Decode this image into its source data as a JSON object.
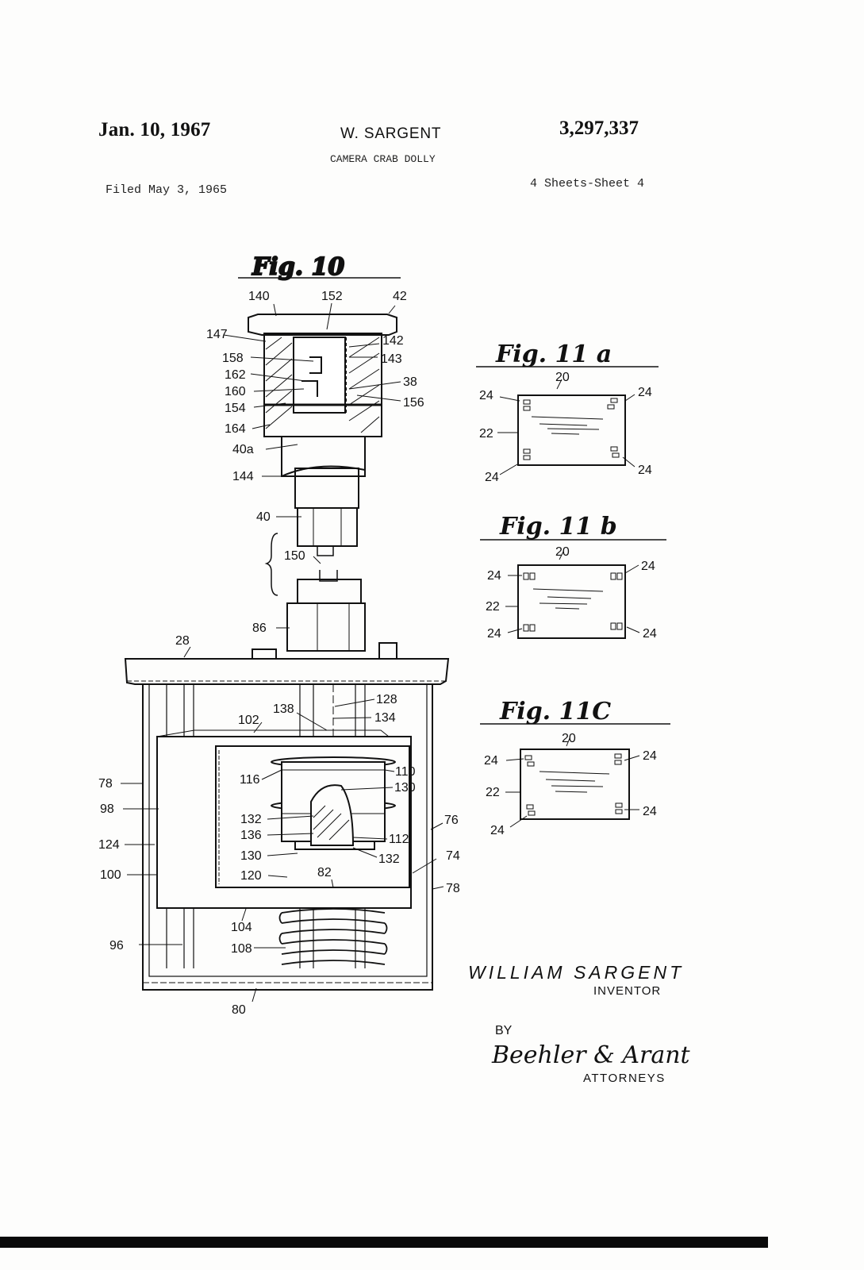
{
  "header": {
    "date": "Jan. 10, 1967",
    "inventor_short": "W. SARGENT",
    "patent_number": "3,297,337",
    "title": "CAMERA CRAB DOLLY",
    "filed": "Filed May 3, 1965",
    "sheets": "4 Sheets-Sheet 4"
  },
  "figures": {
    "fig10": "Fig. 10",
    "fig11a": "Fig. 11 a",
    "fig11b": "Fig. 11 b",
    "fig11c": "Fig. 11C"
  },
  "fig10_refs": [
    "140",
    "152",
    "42",
    "147",
    "142",
    "158",
    "143",
    "162",
    "38",
    "160",
    "156",
    "154",
    "164",
    "40a",
    "144",
    "40",
    "150",
    "86",
    "28",
    "128",
    "102",
    "138",
    "134",
    "116",
    "110",
    "130",
    "78",
    "98",
    "132",
    "76",
    "136",
    "112",
    "124",
    "130",
    "132",
    "74",
    "100",
    "120",
    "82",
    "78",
    "104",
    "96",
    "108",
    "80"
  ],
  "fig11_refs": {
    "assembly": "20",
    "plate": "22",
    "slot": "24"
  },
  "signature": {
    "inventor_name": "WILLIAM SARGENT",
    "inventor_role": "INVENTOR",
    "by": "BY",
    "firm": "Beehler & Arant",
    "attorneys_role": "ATTORNEYS"
  }
}
